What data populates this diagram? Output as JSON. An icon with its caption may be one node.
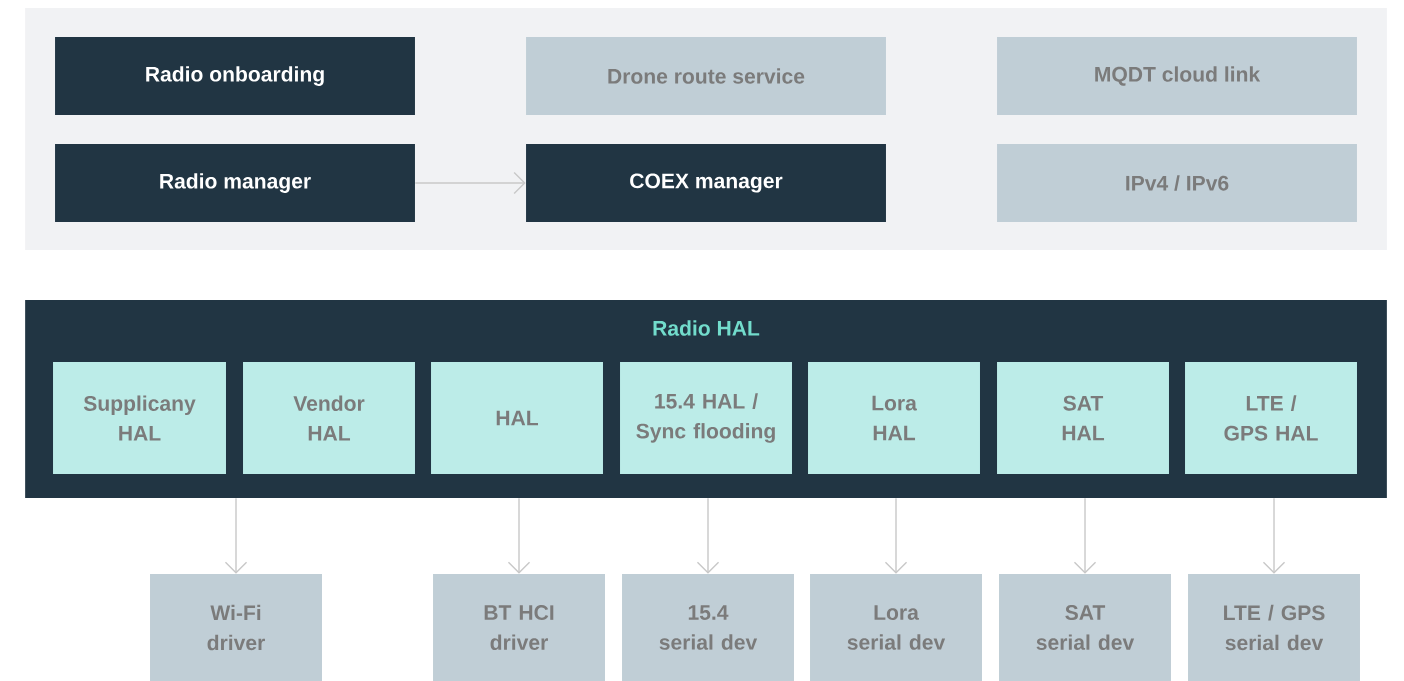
{
  "diagram": {
    "nodes": [
      {
        "text": [],
        "shape": "box"
      },
      {
        "text": [
          "Radio onboarding"
        ],
        "in": 0
      },
      {
        "text": [
          "Drone route service"
        ],
        "in": 0
      },
      {
        "text": [
          "MQDT cloud link"
        ],
        "in": 0
      },
      {
        "text": [
          "Radio manager"
        ],
        "in": 0
      },
      {
        "text": [
          "COEX manager"
        ],
        "in": 0
      },
      {
        "text": [
          "IPv4 / IPv6"
        ],
        "in": 0
      },
      {
        "text": [
          "Radio HAL"
        ]
      },
      {
        "text": [
          "Supplicany HAL"
        ],
        "in": 7
      },
      {
        "text": [
          "Vendor HAL"
        ],
        "in": 7
      },
      {
        "text": [
          "HAL"
        ],
        "in": 7
      },
      {
        "text": [
          "15.4 HAL / Sync flooding"
        ],
        "in": 7
      },
      {
        "text": [
          "Lora HAL"
        ],
        "in": 7
      },
      {
        "text": [
          "SAT HAL"
        ],
        "in": 7
      },
      {
        "text": [
          "LTE / GPS HAL"
        ],
        "in": 7
      },
      {
        "text": [
          "Wi-Fi driver"
        ]
      },
      {
        "text": [
          "BT HCI driver"
        ]
      },
      {
        "text": [
          "15.4 serial dev"
        ]
      },
      {
        "text": [
          "Lora serial dev"
        ]
      },
      {
        "text": [
          "SAT serial dev"
        ]
      },
      {
        "text": [
          "LTE / GPS serial dev"
        ]
      }
    ],
    "edges": [
      {
        "from": 4,
        "to": 5,
        "arrow": "to"
      },
      {
        "from": 8,
        "to": 15,
        "arrow": "to"
      },
      {
        "from": 10,
        "to": 16,
        "arrow": "to"
      },
      {
        "from": 11,
        "to": 17,
        "arrow": "to"
      },
      {
        "from": 12,
        "to": 18,
        "arrow": "to"
      },
      {
        "from": 13,
        "to": 19,
        "arrow": "to"
      },
      {
        "from": 14,
        "to": 20,
        "arrow": "to"
      }
    ]
  }
}
